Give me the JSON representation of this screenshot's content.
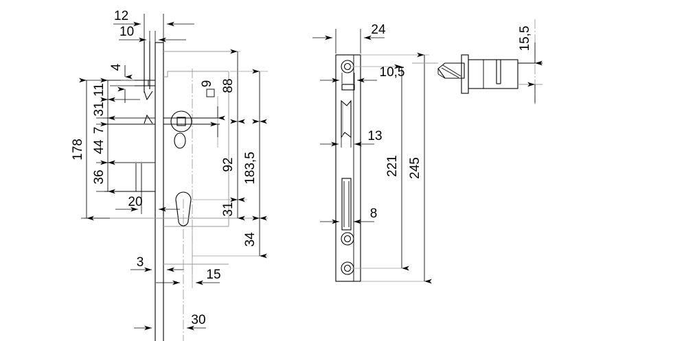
{
  "drawing": {
    "title": "Mortise Lock Technical Drawing",
    "units": "mm",
    "line_color": "#000000",
    "hidden_line_color": "#9a9a9a",
    "center_line_color": "#8d8d8d",
    "background": "#ffffff"
  },
  "views": [
    {
      "name": "side-section-view",
      "description": "Lock case side view with latch, deadbolt and euro cylinder cut-out"
    },
    {
      "name": "faceplate-front-view",
      "description": "Forend / faceplate front view with latch and bolt apertures and fixing screw holes"
    },
    {
      "name": "latch-detail-view",
      "description": "Latch bolt detail side view"
    }
  ],
  "dimensions": {
    "left_view": {
      "top_horizontal": [
        {
          "id": "d-12",
          "label": "12"
        },
        {
          "id": "d-10",
          "label": "10"
        }
      ],
      "left_vertical_outer": {
        "id": "d-178",
        "label": "178"
      },
      "left_vertical_chain": [
        {
          "id": "d-4",
          "label": "4"
        },
        {
          "id": "d-11",
          "label": "11"
        },
        {
          "id": "d-31",
          "label": "31"
        },
        {
          "id": "d-7",
          "label": "7"
        },
        {
          "id": "d-44",
          "label": "44"
        },
        {
          "id": "d-36",
          "label": "36"
        }
      ],
      "right_vertical_chain": [
        {
          "id": "d-88",
          "label": "88"
        },
        {
          "id": "d-92",
          "label": "92"
        },
        {
          "id": "d-31r",
          "label": "31"
        },
        {
          "id": "d-34",
          "label": "34"
        },
        {
          "id": "d-183-5",
          "label": "183,5"
        }
      ],
      "square_callout": {
        "id": "d-square-9",
        "label": "9",
        "symbol": "□"
      },
      "bottom_horizontal": [
        {
          "id": "d-20",
          "label": "20"
        },
        {
          "id": "d-3",
          "label": "3"
        },
        {
          "id": "d-15",
          "label": "15"
        },
        {
          "id": "d-30",
          "label": "30"
        }
      ]
    },
    "middle_view": {
      "top_horizontal": {
        "id": "d-24",
        "label": "24"
      },
      "width_chain": [
        {
          "id": "d-10-5",
          "label": "10,5"
        },
        {
          "id": "d-13",
          "label": "13"
        },
        {
          "id": "d-8",
          "label": "8"
        }
      ],
      "vertical": [
        {
          "id": "d-221",
          "label": "221"
        },
        {
          "id": "d-245",
          "label": "245"
        }
      ]
    },
    "right_view": {
      "vertical": {
        "id": "d-15-5",
        "label": "15,5"
      }
    }
  }
}
